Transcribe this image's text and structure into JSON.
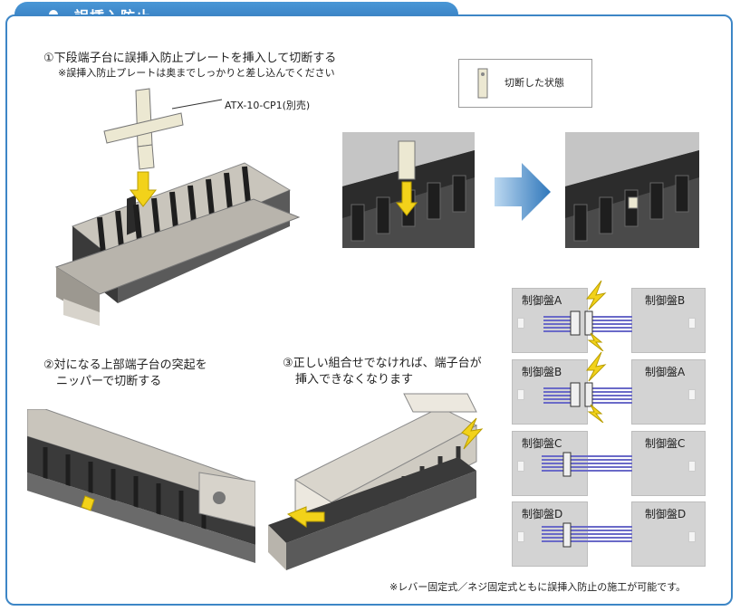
{
  "header": {
    "title": "誤挿入防止"
  },
  "step1": {
    "text": "①下段端子台に誤挿入防止プレートを挿入して切断する",
    "note": "※誤挿入防止プレートは奥までしっかりと差し込んでください",
    "part_label": "ATX-10-CP1(別売)"
  },
  "cut_state_label": "切断した状態",
  "step2": {
    "line1": "②対になる上部端子台の突起を",
    "line2": "ニッパーで切断する"
  },
  "step3": {
    "line1": "③正しい組合せでなければ、端子台が",
    "line2": "挿入できなくなります"
  },
  "panels": [
    {
      "left": "制御盤A",
      "right": "制御盤B",
      "connected": false
    },
    {
      "left": "制御盤B",
      "right": "制御盤A",
      "connected": false
    },
    {
      "left": "制御盤C",
      "right": "制御盤C",
      "connected": true
    },
    {
      "left": "制御盤D",
      "right": "制御盤D",
      "connected": true
    }
  ],
  "footer_note": "※レバー固定式／ネジ固定式ともに誤挿入防止の施工が可能です。",
  "colors": {
    "accent": "#3d86c6",
    "arrow": "#f2d21a",
    "cable": "#6a6ac8",
    "panel": "#d3d3d3"
  }
}
